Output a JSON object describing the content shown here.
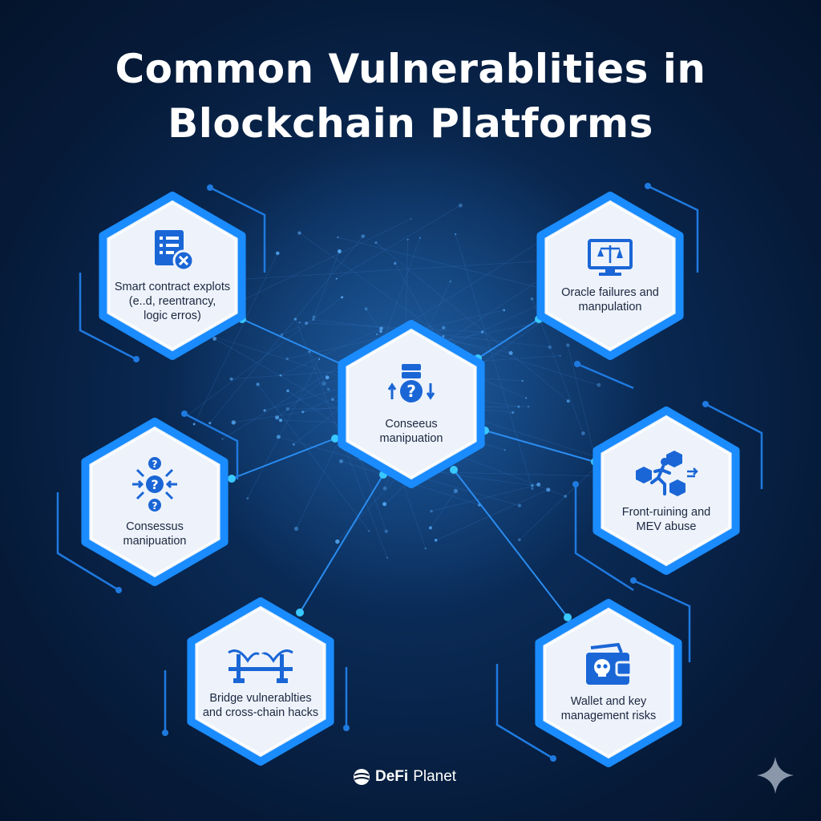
{
  "title_lines": [
    "Common Vulnerablities in",
    "Blockchain Platforms"
  ],
  "nodes": {
    "smart_contract": "Smart contract explots\n(e..d, reentrancy,\nlogic erros)",
    "oracle": "Oracle failures and\nmanpulation",
    "center": "Conseeus\nmanipuation",
    "consensus": "Consessus\nmanipuation",
    "front_running": "Front-ruining and\nMEV abuse",
    "bridge": "Bridge vulnerablties\nand cross-chain hacks",
    "wallet": "Wallet and key\nmanagement risks"
  },
  "brand": {
    "part1": "DeFi",
    "part2": "Planet"
  },
  "colors": {
    "accent": "#1a8cff",
    "glow": "#39c8ff",
    "node_fill": "#eef3fb",
    "icon": "#1a66d6"
  },
  "icons": {
    "smart_contract": "document-error-icon",
    "oracle": "monitor-scale-icon",
    "center": "question-shield-icon",
    "consensus": "question-cluster-icon",
    "front_running": "running-person-blocks-icon",
    "bridge": "broken-bridge-icon",
    "wallet": "wallet-skull-icon"
  }
}
